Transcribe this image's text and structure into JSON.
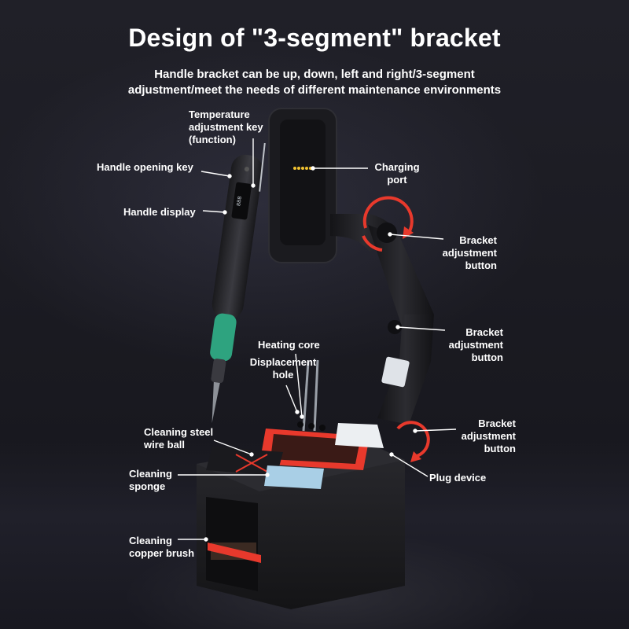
{
  "title": "Design of \"3-segment\" bracket",
  "subtitle_line1": "Handle bracket can be up, down, left and right/3-segment",
  "subtitle_line2": "adjustment/meet the needs of different maintenance environments",
  "callouts": {
    "temperature_key": [
      "Temperature",
      "adjustment key",
      "(function)"
    ],
    "handle_opening_key": [
      "Handle opening key"
    ],
    "handle_display": [
      "Handle display"
    ],
    "charging_port": [
      "Charging",
      "port"
    ],
    "bracket_button_top": [
      "Bracket",
      "adjustment",
      "button"
    ],
    "bracket_button_mid": [
      "Bracket",
      "adjustment",
      "button"
    ],
    "bracket_button_low": [
      "Bracket",
      "adjustment",
      "button"
    ],
    "heating_core": [
      "Heating core"
    ],
    "displacement_hole": [
      "Displacement",
      "hole"
    ],
    "cleaning_wire_ball": [
      "Cleaning steel",
      "wire ball"
    ],
    "cleaning_sponge": [
      "Cleaning",
      "sponge"
    ],
    "plug_device": [
      "Plug device"
    ],
    "cleaning_copper_brush": [
      "Cleaning",
      "copper brush"
    ]
  },
  "colors": {
    "accent_red": "#e8392c",
    "handle_green": "#2ea37f",
    "body_black": "#1e1e22",
    "sponge_blue": "#a9cfe6"
  }
}
